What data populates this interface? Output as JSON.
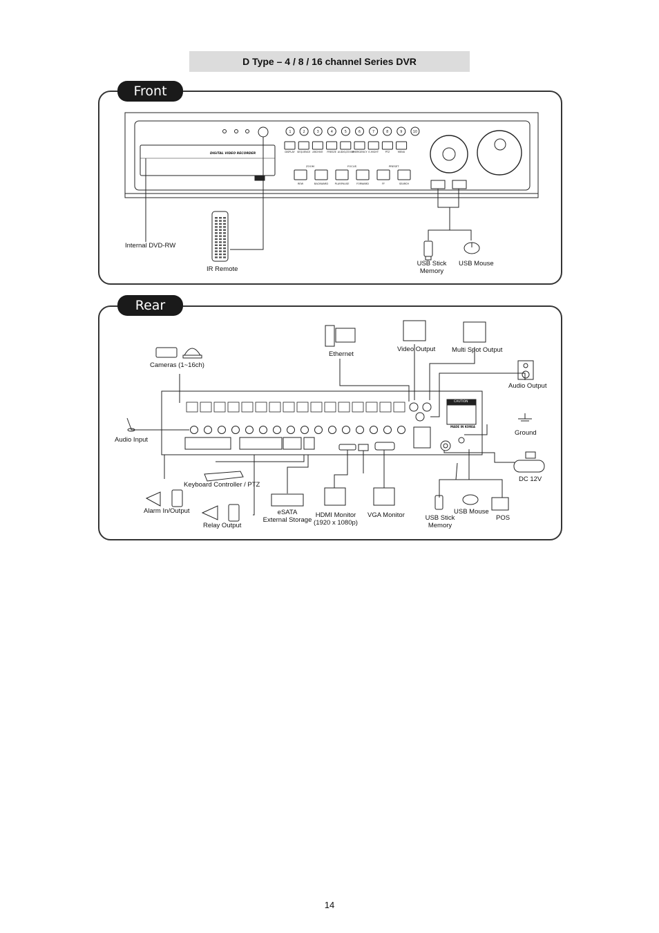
{
  "header": {
    "title": "D Type – 4 / 8 / 16 channel Series DVR"
  },
  "front": {
    "section_label": "Front",
    "device_label": "DIGITAL VIDEO RECORDER",
    "labels": {
      "dvd": "Internal DVD-RW",
      "ir_remote": "IR Remote",
      "usb_stick_1": "USB Stick",
      "usb_stick_2": "Memory",
      "usb_mouse": "USB Mouse"
    },
    "channel_buttons": [
      "1",
      "2",
      "3",
      "4",
      "5",
      "6",
      "7",
      "8",
      "9",
      "10"
    ],
    "function_buttons": [
      "DISPLAY",
      "SEQUENCE",
      "ARCHIVE",
      "FREEZE",
      "AUDIO/ZOOM",
      "EMERGENCY",
      "E-HIGHT",
      "PTZ",
      "MENU"
    ],
    "control_buttons": [
      "REW",
      "BACKWARD",
      "PLAY/PAUSE",
      "FORWARD",
      "FF",
      "SEARCH"
    ],
    "control_top_labels": [
      "ZOOM",
      "FOCUS",
      "PRESET"
    ]
  },
  "rear": {
    "section_label": "Rear",
    "labels": {
      "cameras": "Cameras (1~16ch)",
      "ethernet": "Ethernet",
      "video_output": "Video Output",
      "multi_spot": "Multi Spot Output",
      "audio_output": "Audio Output",
      "audio_input": "Audio Input",
      "ground": "Ground",
      "dc": "DC 12V",
      "keyboard": "Keyboard Controller / PTZ",
      "alarm": "Alarm In/Output",
      "relay": "Relay Output",
      "esata_1": "eSATA",
      "esata_2": "External Storage",
      "hdmi_1": "HDMI Monitor",
      "hdmi_2": "(1920 x 1080p)",
      "vga": "VGA Monitor",
      "usb_stick_1": "USB Stick",
      "usb_stick_2": "Memory",
      "usb_mouse": "USB Mouse",
      "pos": "POS"
    },
    "caution_label": "CAUTION",
    "made_in": "MADE IN KOREA"
  },
  "footer": {
    "page_number": "14"
  }
}
